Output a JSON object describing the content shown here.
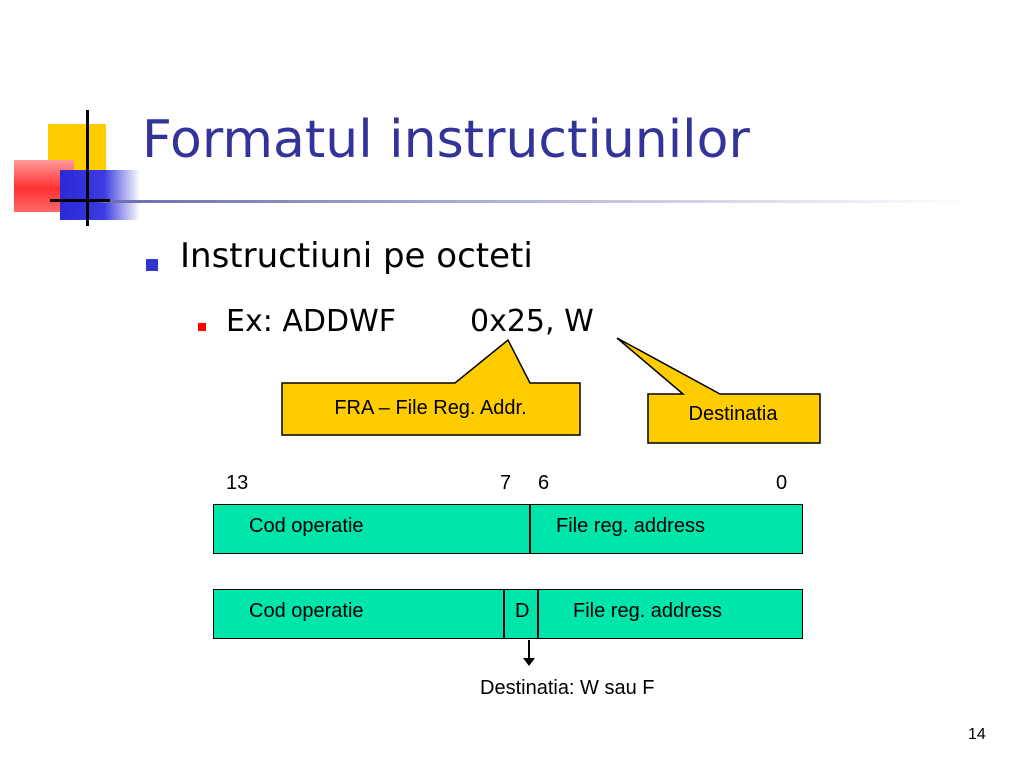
{
  "slide": {
    "title": "Formatul instructiunilor",
    "page_number": "14"
  },
  "bullets": {
    "level1": "Instructiuni pe octeti",
    "level2_prefix": "Ex: ADDWF",
    "level2_operands": "0x25, W"
  },
  "callouts": {
    "fra": "FRA – File Reg. Addr.",
    "dest": "Destinatia"
  },
  "bit_labels": {
    "b13": "13",
    "b7": "7",
    "b6": "6",
    "b0": "0"
  },
  "register_rows": [
    {
      "opcode": "Cod operatie",
      "address": "File reg. address"
    },
    {
      "opcode": "Cod operatie",
      "d_bit": "D",
      "address": "File reg. address"
    }
  ],
  "destination_note": "Destinatia: W sau F",
  "colors": {
    "title": "#333399",
    "callout_fill": "#ffcc00",
    "register_fill": "#00e5aa",
    "bullet_level1": "#3333cc",
    "bullet_level2": "#ff0000"
  }
}
